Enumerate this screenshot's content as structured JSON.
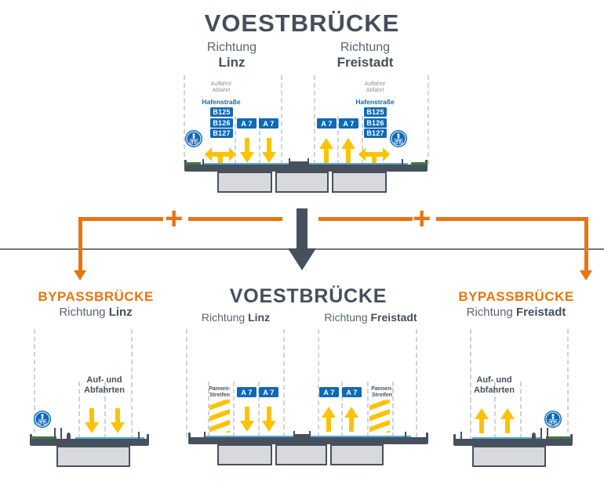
{
  "colors": {
    "orange": "#E87511",
    "dark_slate": "#47515D",
    "sign_blue": "#1069B4",
    "arrow_yellow": "#FBC303",
    "girder_gray": "#D7D9DC",
    "bikeway_green": "#3E7B45"
  },
  "icons": {
    "shared_path_sign": "pedestrian-bicycle-roundel",
    "lane_arrow_down": "yellow-down-arrow",
    "lane_arrow_up": "yellow-up-arrow",
    "turn_arrow": "yellow-left-right-turn-arrow",
    "transition_arrow": "dark-down-arrow"
  },
  "top": {
    "title": "VOESTBRÜCKE",
    "left": {
      "direction_label": "Richtung",
      "direction_city": "Linz",
      "ramp_label_line1": "Auffahrt/",
      "ramp_label_line2": "Abfahrt",
      "street_label": "Hafenstraße",
      "b_signs": [
        "B125",
        "B126",
        "B127"
      ],
      "a_signs": [
        "A 7",
        "A 7"
      ]
    },
    "right": {
      "direction_label": "Richtung",
      "direction_city": "Freistadt",
      "ramp_label_line1": "Auffahrt/",
      "ramp_label_line2": "Abfahrt",
      "street_label": "Hafenstraße",
      "b_signs": [
        "B125",
        "B126",
        "B127"
      ],
      "a_signs": [
        "A 7",
        "A 7"
      ]
    }
  },
  "connector": {
    "plus_left": "+",
    "plus_right": "+"
  },
  "bottom": {
    "bypass_left": {
      "title": "BYPASSBRÜCKE",
      "direction_label": "Richtung",
      "direction_city": "Linz",
      "ramps_label_line1": "Auf- und",
      "ramps_label_line2": "Abfahrten"
    },
    "voest": {
      "title": "VOESTBRÜCKE",
      "left_direction_label": "Richtung",
      "left_direction_city": "Linz",
      "right_direction_label": "Richtung",
      "right_direction_city": "Freistadt",
      "left_emergency_line1": "Pannen-",
      "left_emergency_line2": "Streifen",
      "right_emergency_line1": "Pannen-",
      "right_emergency_line2": "Streifen",
      "a_signs_left": [
        "A 7",
        "A 7"
      ],
      "a_signs_right": [
        "A 7",
        "A 7"
      ]
    },
    "bypass_right": {
      "title": "BYPASSBRÜCKE",
      "direction_label": "Richtung",
      "direction_city": "Freistadt",
      "ramps_label_line1": "Auf- und",
      "ramps_label_line2": "Abfahrten"
    }
  }
}
